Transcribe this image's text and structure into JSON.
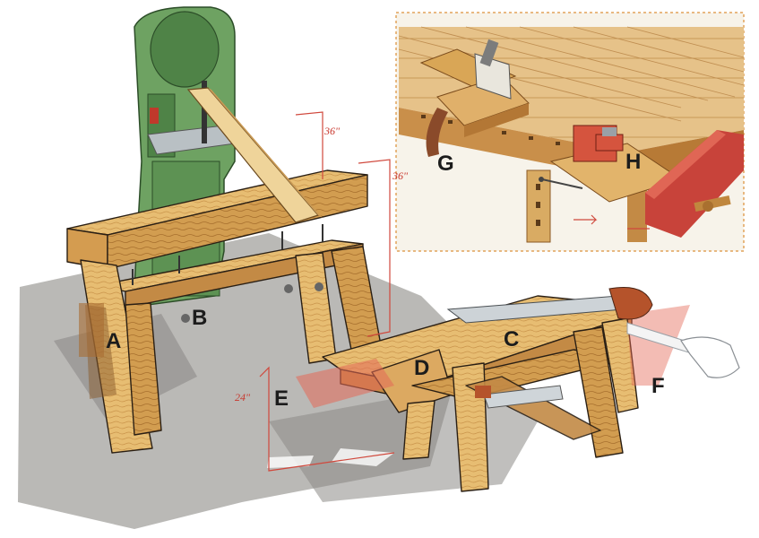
{
  "illustration": {
    "labels": {
      "A": "A",
      "B": "B",
      "C": "C",
      "D": "D",
      "E": "E",
      "F": "F",
      "G": "G",
      "H": "H"
    },
    "dimensions": {
      "board_height": "36\"",
      "sawhorse_height": "36\"",
      "low_horse_height": "24\""
    },
    "colors": {
      "wood_light": "#e9c27a",
      "wood_mid": "#d9a656",
      "wood_dark": "#b07a33",
      "shadow": "#9c9a97",
      "machine_green": "#5f9a5a",
      "vise_red": "#d5543e",
      "dimension_red": "#d0483c"
    }
  }
}
